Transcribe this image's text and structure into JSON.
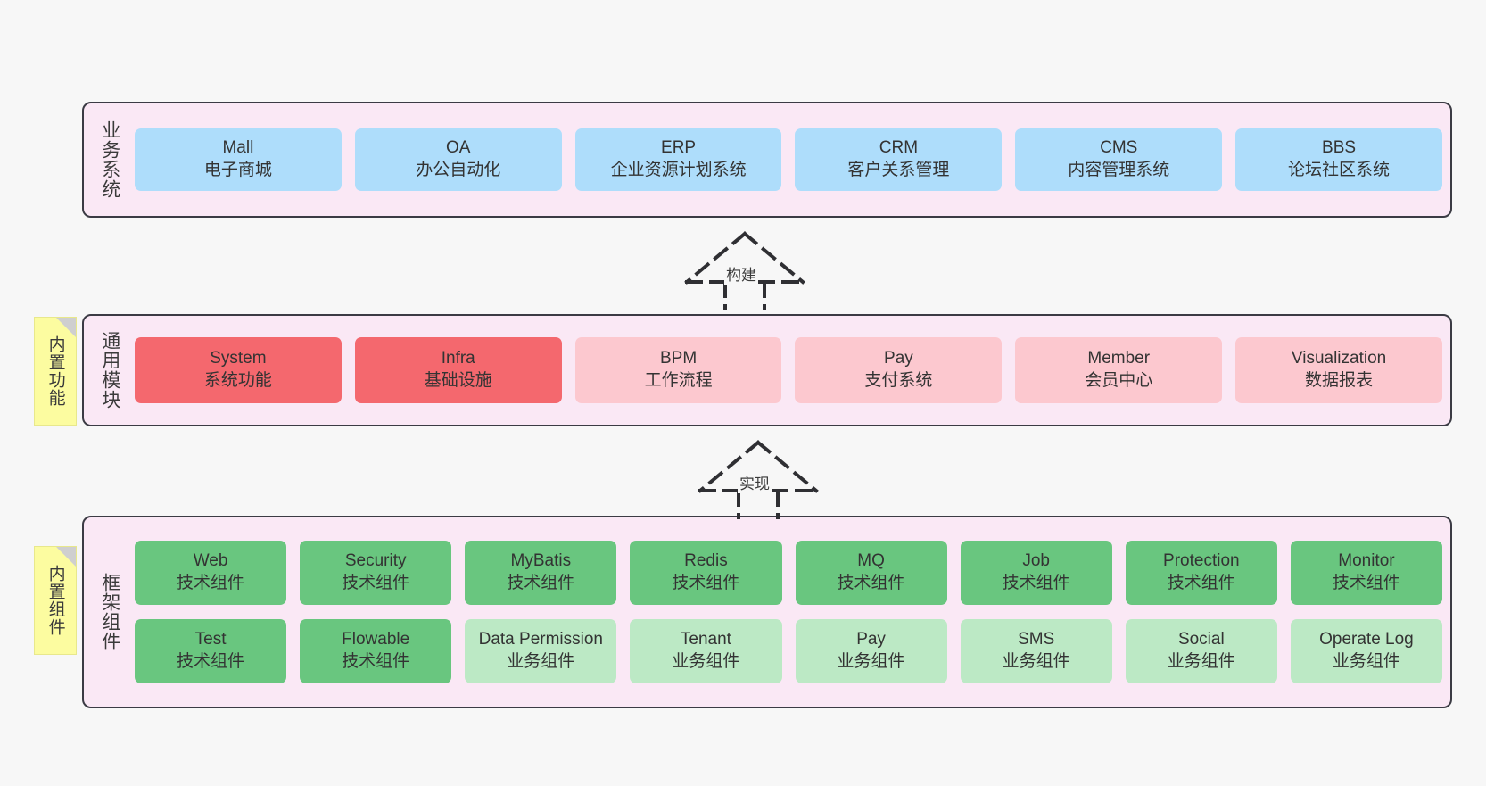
{
  "palette": {
    "canvas_bg": "#F7F7F7",
    "layer_bg": "#FAE8F5",
    "layer_border": "#3B3B44",
    "business_box": "#AEDDFB",
    "module_primary": "#F4686E",
    "module_secondary": "#FCC8CF",
    "tech_component": "#69C67F",
    "biz_component": "#BCE9C5",
    "sticky_note": "#FCFCA0",
    "sticky_fold": "#CFCFCF",
    "text": "#333333"
  },
  "layers": {
    "business": {
      "title": "业务系统",
      "items": [
        {
          "en": "Mall",
          "cn": "电子商城"
        },
        {
          "en": "OA",
          "cn": "办公自动化"
        },
        {
          "en": "ERP",
          "cn": "企业资源计划系统"
        },
        {
          "en": "CRM",
          "cn": "客户关系管理"
        },
        {
          "en": "CMS",
          "cn": "内容管理系统"
        },
        {
          "en": "BBS",
          "cn": "论坛社区系统"
        }
      ]
    },
    "common": {
      "title": "通用模块",
      "items": [
        {
          "en": "System",
          "cn": "系统功能"
        },
        {
          "en": "Infra",
          "cn": "基础设施"
        },
        {
          "en": "BPM",
          "cn": "工作流程"
        },
        {
          "en": "Pay",
          "cn": "支付系统"
        },
        {
          "en": "Member",
          "cn": "会员中心"
        },
        {
          "en": "Visualization",
          "cn": "数据报表"
        }
      ]
    },
    "framework": {
      "title": "框架组件",
      "row1": [
        {
          "en": "Web",
          "cn": "技术组件"
        },
        {
          "en": "Security",
          "cn": "技术组件"
        },
        {
          "en": "MyBatis",
          "cn": "技术组件"
        },
        {
          "en": "Redis",
          "cn": "技术组件"
        },
        {
          "en": "MQ",
          "cn": "技术组件"
        },
        {
          "en": "Job",
          "cn": "技术组件"
        },
        {
          "en": "Protection",
          "cn": "技术组件"
        },
        {
          "en": "Monitor",
          "cn": "技术组件"
        }
      ],
      "row2": [
        {
          "en": "Test",
          "cn": "技术组件"
        },
        {
          "en": "Flowable",
          "cn": "技术组件"
        },
        {
          "en": "Data Permission",
          "cn": "业务组件"
        },
        {
          "en": "Tenant",
          "cn": "业务组件"
        },
        {
          "en": "Pay",
          "cn": "业务组件"
        },
        {
          "en": "SMS",
          "cn": "业务组件"
        },
        {
          "en": "Social",
          "cn": "业务组件"
        },
        {
          "en": "Operate Log",
          "cn": "业务组件"
        }
      ]
    }
  },
  "sticky_notes": {
    "common": "内置功能",
    "framework": "内置组件"
  },
  "connectors": {
    "build": "构建",
    "implement": "实现"
  }
}
